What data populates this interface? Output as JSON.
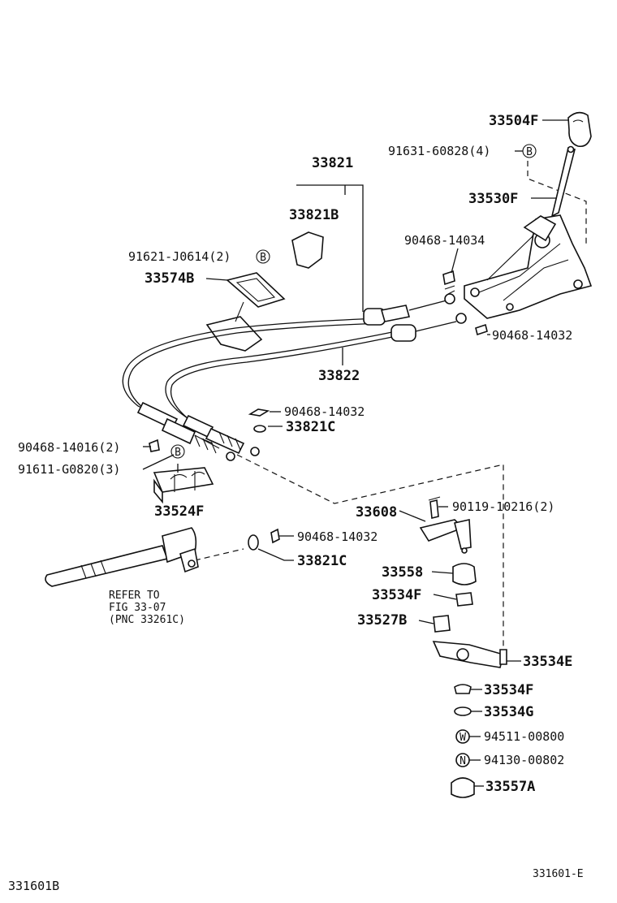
{
  "diagram_id": "331601B",
  "figure_ref": "331601-E",
  "refer_note": {
    "line1": "REFER TO",
    "line2": "FIG 33-07",
    "line3": "(PNC 33261C)"
  },
  "labels": {
    "p33504F": "33504F",
    "p91631": "91631-60828(4)",
    "p33821": "33821",
    "p33821B": "33821B",
    "p33530F": "33530F",
    "p91621": "91621-J0614(2)",
    "p90468_14034": "90468-14034",
    "p33574B": "33574B",
    "p90468_14032a": "90468-14032",
    "p33822": "33822",
    "p90468_14032b": "90468-14032",
    "p33821Ca": "33821C",
    "p90468_14016": "90468-14016(2)",
    "p91611": "91611-G0820(3)",
    "p33524F": "33524F",
    "p33608": "33608",
    "p90119": "90119-10216(2)",
    "p90468_14032c": "90468-14032",
    "p33821Cb": "33821C",
    "p33558": "33558",
    "p33534Fa": "33534F",
    "p33527B": "33527B",
    "p33534E": "33534E",
    "p33534Fb": "33534F",
    "p33534G": "33534G",
    "p94511": "94511-00800",
    "p94130": "94130-00802",
    "p33557A": "33557A"
  },
  "markers": {
    "b1": "B",
    "b2": "B",
    "b3": "B",
    "w": "W",
    "n": "N"
  }
}
